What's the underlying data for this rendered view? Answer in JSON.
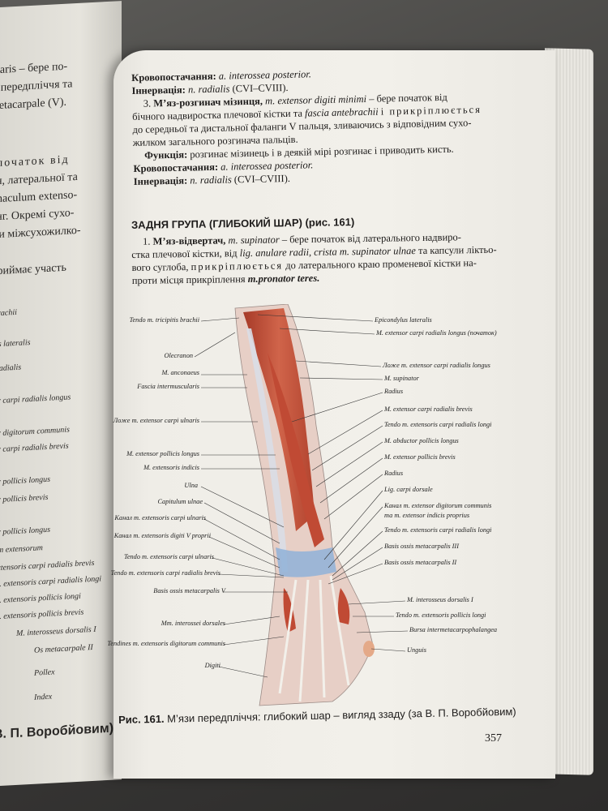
{
  "left_page": {
    "lines": [
      "ulnaris – бере по-",
      "ції передпліччя та",
      "os metacarpale (V).",
      "е початок від",
      "ччя, латеральної та",
      "etinaculum extenso-",
      "ланг. Окремі сухо-",
      "ими міжсухожилко-",
      ", приймає участь",
      "brachii",
      "lus lateralis",
      "oradialis",
      "or carpi radialis longus",
      "or digitorum communis",
      "or carpi radialis brevis",
      "or pollicis longus",
      "or pollicis brevis",
      "or pollicis longus",
      "um extensorum",
      "extensoris carpi radialis brevis",
      "m. extensoris carpi radialis longi",
      "m. extensoris pollicis longi",
      "m. extensoris pollicis brevis",
      "M. interosseus dorsalis I",
      "Os metacarpale II",
      "Pollex",
      "Index",
      "В. П. Воробйовим)"
    ]
  },
  "text": {
    "l1_label": "Кровопостачання:",
    "l1_value": "a. interossea posterior.",
    "l2_label": "Іннервація:",
    "l2_value": "n. radialis",
    "l2_tail": "(CVI–CVIII).",
    "l3_num": "3.",
    "l3_name": "М’яз-розгинач мізинця,",
    "l3_latin": "m. extensor digiti minimi",
    "l3_rest": "– бере початок від",
    "l4": "бічного надвиростка плечової кістки та",
    "l4_latin": "fascia antebrachii",
    "l4_rest": "і прикріплюється",
    "l5": "до середньої та дистальної фаланги V пальця, зливаючись з відповідним сухо-",
    "l6": "жилком загального розгинача пальців.",
    "l7_label": "Функція:",
    "l7_value": "розгинає мізинець і в деякій мірі розгинає і приводить кисть.",
    "l8_label": "Кровопостачання:",
    "l8_value": "a. interossea posterior.",
    "l9_label": "Іннервація:",
    "l9_value": "n. radialis",
    "l9_tail": "(CVI–CVIII).",
    "heading": "ЗАДНЯ ГРУПА (ГЛИБОКИЙ ШАР) (рис. 161)",
    "p1_num": "1.",
    "p1_name": "М’яз-відвертач,",
    "p1_latin": "m. supinator",
    "p1_rest": "– бере початок від латерального надвиро-",
    "p2": "стка плечової кістки, від",
    "p2_latin1": "lig. anulare radii, crista m. supinator ulnae",
    "p2_rest": "та капсули ліктьо-",
    "p3": "вого суглоба,",
    "p3_sp": "прикріплюється",
    "p3_rest": "до латерального краю променевої кістки на-",
    "p4": "проти місця прикріплення",
    "p4_latin": "m.pronator teres.",
    "caption_label": "Рис. 161.",
    "caption_text": "М’язи передпліччя: глибокий шар – вигляд ззаду (за В. П. Воробйовим)",
    "page_number": "357"
  },
  "figure": {
    "labels_left": [
      "Tendo m. tricipitis brachii",
      "Olecranon",
      "M. anconaeus",
      "Fascia intermuscularis",
      "Ложе m. extensor carpi ulnaris",
      "M. extensor pollicis longus",
      "M. extensoris indicis",
      "Ulna",
      "Capitulum ulnae",
      "Канал m. extensoris carpi ulnaris",
      "Канал m. extensoris digiti V proprii",
      "Tendo m. extensoris carpi ulnaris",
      "Tendo m. extensoris carpi radialis brevis",
      "Basis ossis metacarpalis V",
      "Mm. interossei dorsales",
      "Tendines m. extensoris digitorum communis",
      "Digiti"
    ],
    "labels_right": [
      "Epicondylus lateralis",
      "M. extensor carpi radialis longus (початок)",
      "Ложе m. extensor carpi radialis longus",
      "M. supinator",
      "Radius",
      "M. extensor carpi radialis brevis",
      "Tendo m. extensoris carpi radialis longi",
      "M. abductor pollicis longus",
      "M. extensor pollicis brevis",
      "Radius",
      "Lig. carpi dorsale",
      "Канал m. extensor digitorum communis",
      "та m. extensor indicis proprius",
      "Tendo m. extensoris carpi radialis longi",
      "Basis ossis metacarpalis III",
      "Basis ossis metacarpalis II",
      "M. interosseus dorsalis I",
      "Tendo m. extensoris pollicis longi",
      "Bursa intermetacarpophalangea",
      "Unguis"
    ]
  },
  "colors": {
    "page": "#f2f0ea",
    "muscle": "#c8553d",
    "tendon": "#d9dde6",
    "ligament": "#8fb1d8"
  }
}
